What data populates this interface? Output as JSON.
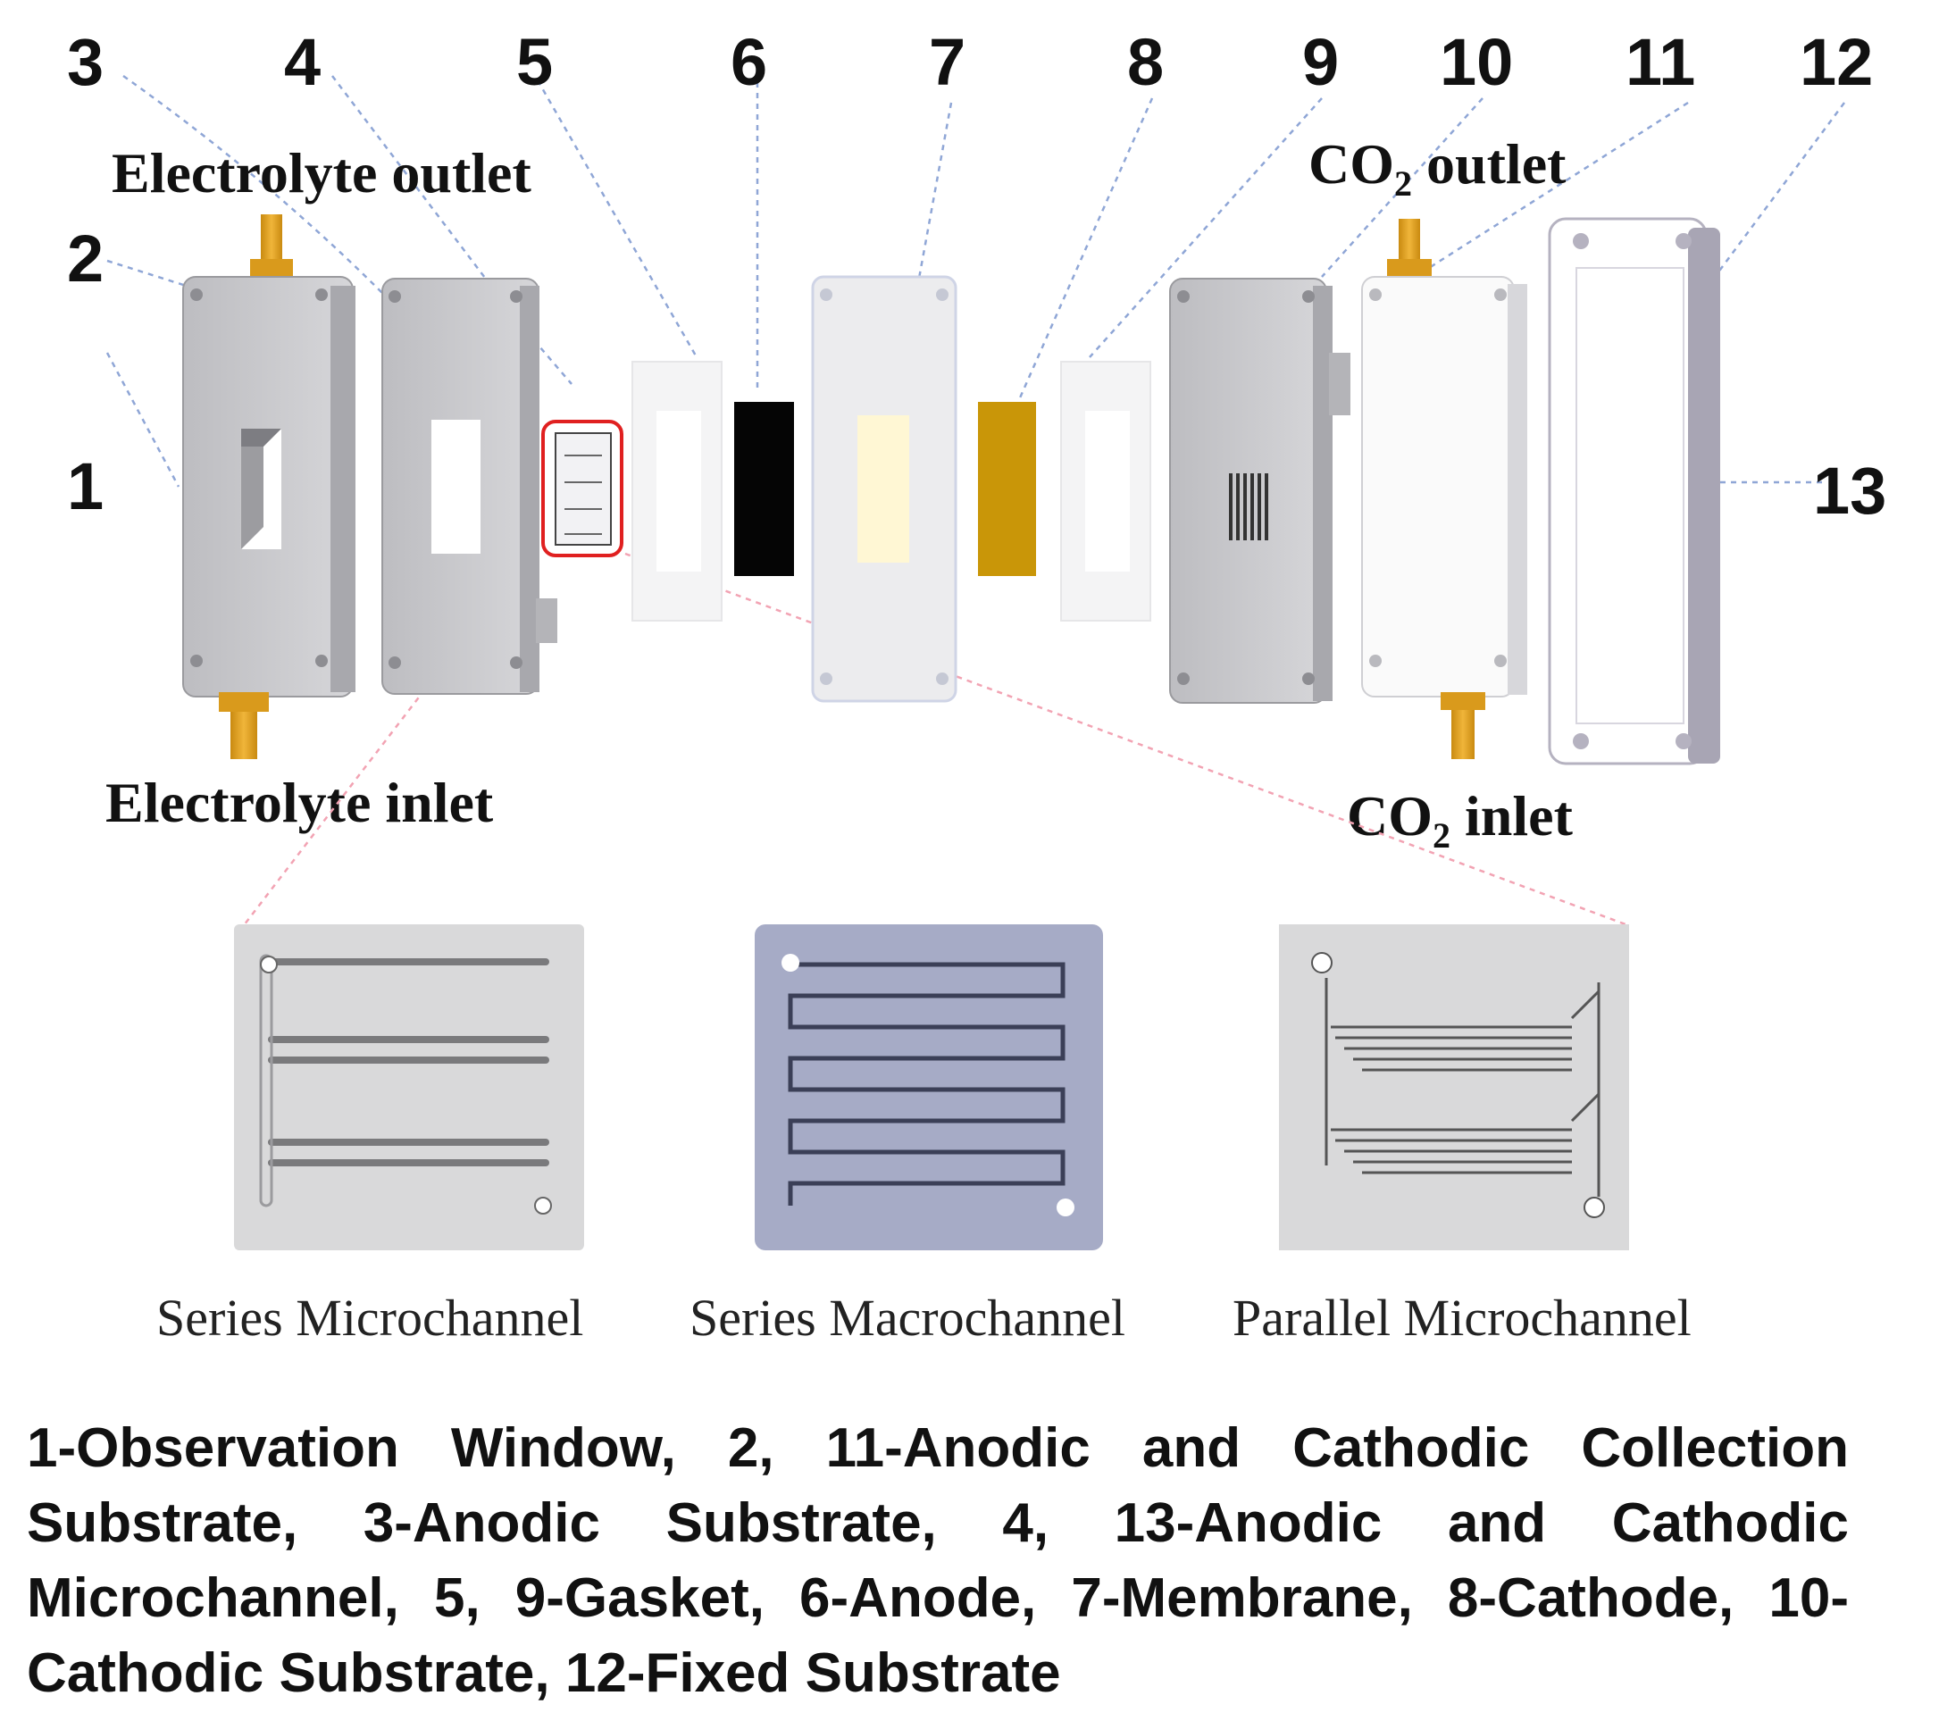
{
  "callouts": [
    "1",
    "2",
    "3",
    "4",
    "5",
    "6",
    "7",
    "8",
    "9",
    "10",
    "11",
    "12",
    "13"
  ],
  "ports": {
    "electrolyte_outlet": "Electrolyte outlet",
    "electrolyte_inlet": "Electrolyte inlet",
    "co2_outlet_prefix": "CO",
    "co2_outlet_sub": "2",
    "co2_outlet_suffix": " outlet",
    "co2_inlet_prefix": "CO",
    "co2_inlet_sub": "2",
    "co2_inlet_suffix": " inlet"
  },
  "channel_types": [
    "Series Microchannel",
    "Series Macrochannel",
    "Parallel Microchannel"
  ],
  "legend": "1-Observation Window, 2, 11-Anodic and Cathodic Collection Substrate, 3-Anodic Substrate, 4, 13-Anodic and Cathodic Microchannel, 5, 9-Gasket, 6-Anode, 7-Membrane, 8-Cathode, 10-Cathodic Substrate, 12-Fixed Substrate",
  "colors": {
    "connector": "#e3a52a",
    "plate_gray": "#c9c9cc",
    "anode": "#050505",
    "membrane": "#fff7d4",
    "cathode": "#c99608",
    "macro_plate": "#a6abc6",
    "highlight_box": "#e02020"
  }
}
